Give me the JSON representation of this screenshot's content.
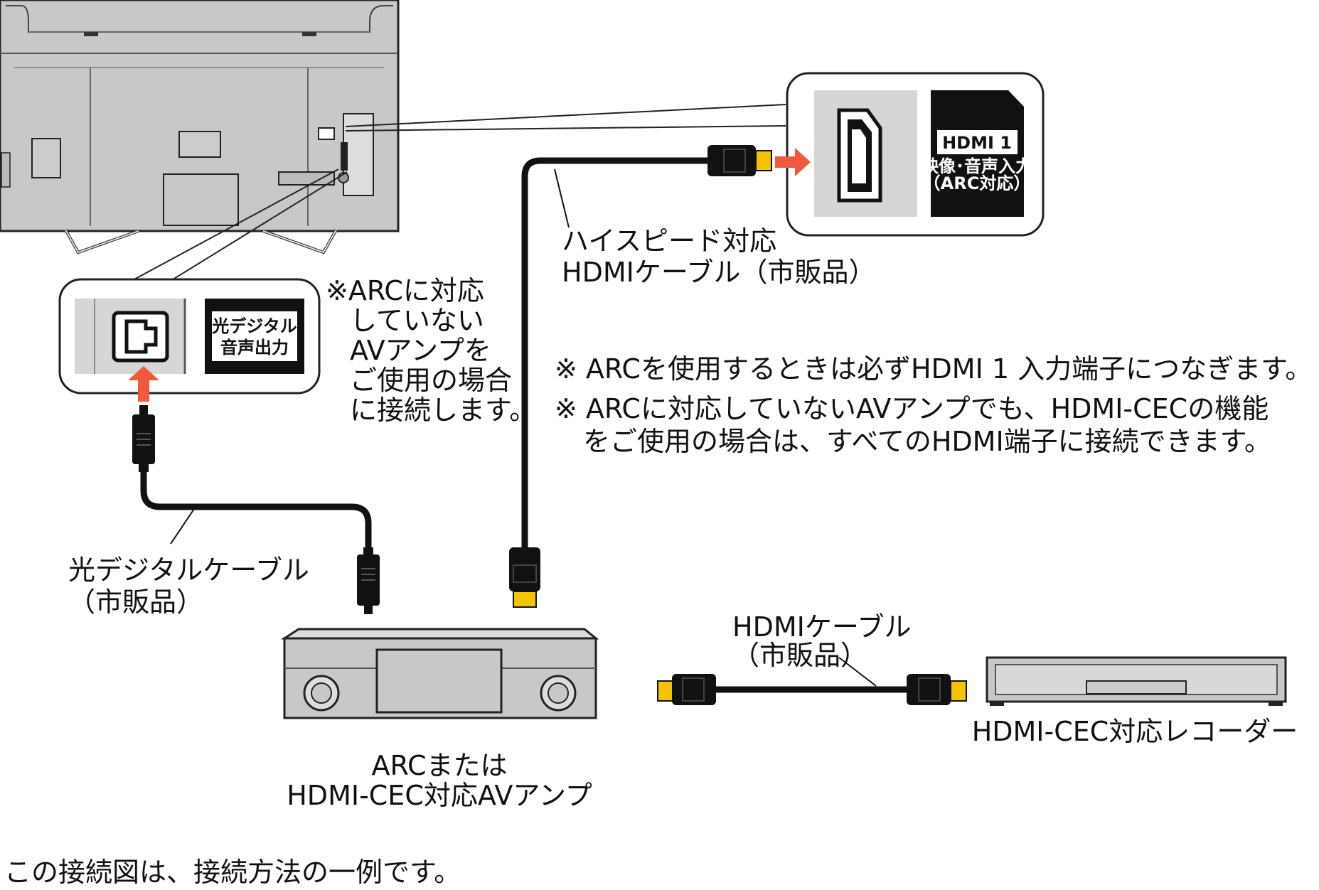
{
  "callouts": {
    "hdmi1_badge": "HDMI 1",
    "hdmi1_desc_line1": "映像･音声入力",
    "hdmi1_desc_line2": "（ARC対応）",
    "optical_badge_line1": "光デジタル",
    "optical_badge_line2": "音声出力"
  },
  "labels": {
    "highspeed_cable_line1": "ハイスピード対応",
    "highspeed_cable_line2": "HDMIケーブル（市販品）",
    "arc_note_line1": "※ARCに対応",
    "arc_note_line2": "していない",
    "arc_note_line3": "AVアンプを",
    "arc_note_line4": "ご使用の場合",
    "arc_note_line5": "に接続します。",
    "optical_cable_line1": "光デジタルケーブル",
    "optical_cable_line2": "（市販品）",
    "hdmi_cable_line1": "HDMIケーブル",
    "hdmi_cable_line2": "（市販品）",
    "amp_line1": "ARCまたは",
    "amp_line2": "HDMI-CEC対応AVアンプ",
    "recorder": "HDMI-CEC対応レコーダー"
  },
  "notes": {
    "note1": "※ ARCを使用するときは必ずHDMI 1 入力端子につなぎます。",
    "note2_line1": "※ ARCに対応していないAVアンプでも、HDMI-CECの機能",
    "note2_line2": "をご使用の場合は、すべてのHDMI端子に接続できます。"
  },
  "footer": "この接続図は、接続方法の一例です。",
  "colors": {
    "arrow": "#f05a3a",
    "connector_tip": "#f5c400",
    "tv_gray": "#c8c8c8",
    "panel_gray": "#d6d6d6"
  }
}
